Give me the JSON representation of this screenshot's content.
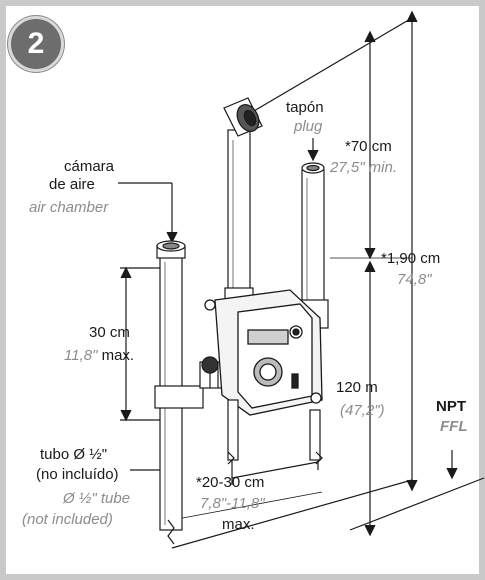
{
  "step_number": "2",
  "labels": {
    "plug_es": "tapón",
    "plug_en": "plug",
    "chamber_es_1": "cámara",
    "chamber_es_2": "de aire",
    "chamber_en": "air chamber",
    "dim_70_es": "*70 cm",
    "dim_70_en": "27,5\" min.",
    "dim_190_es": "*1,90 cm",
    "dim_190_en": "74,8\"",
    "dim_30_es": "30 cm",
    "dim_30_en": "11,8\"",
    "dim_30_max": "max.",
    "dim_120_es": "120 m",
    "dim_120_en": "(47,2\")",
    "npt": "NPT",
    "ffl": "FFL",
    "tube_es_1": "tubo Ø ½\"",
    "tube_es_2": "(no incluído)",
    "tube_en_1": "Ø ½\" tube",
    "tube_en_2": "(not included)",
    "dim_2030_es": "*20-30 cm",
    "dim_2030_en": "7,8\"-11,8\"",
    "dim_2030_max": "max."
  },
  "colors": {
    "frame": "#c9c9c9",
    "badge": "#6d6d6d",
    "line": "#1a1a1a",
    "english_text": "#8c8c8c"
  }
}
